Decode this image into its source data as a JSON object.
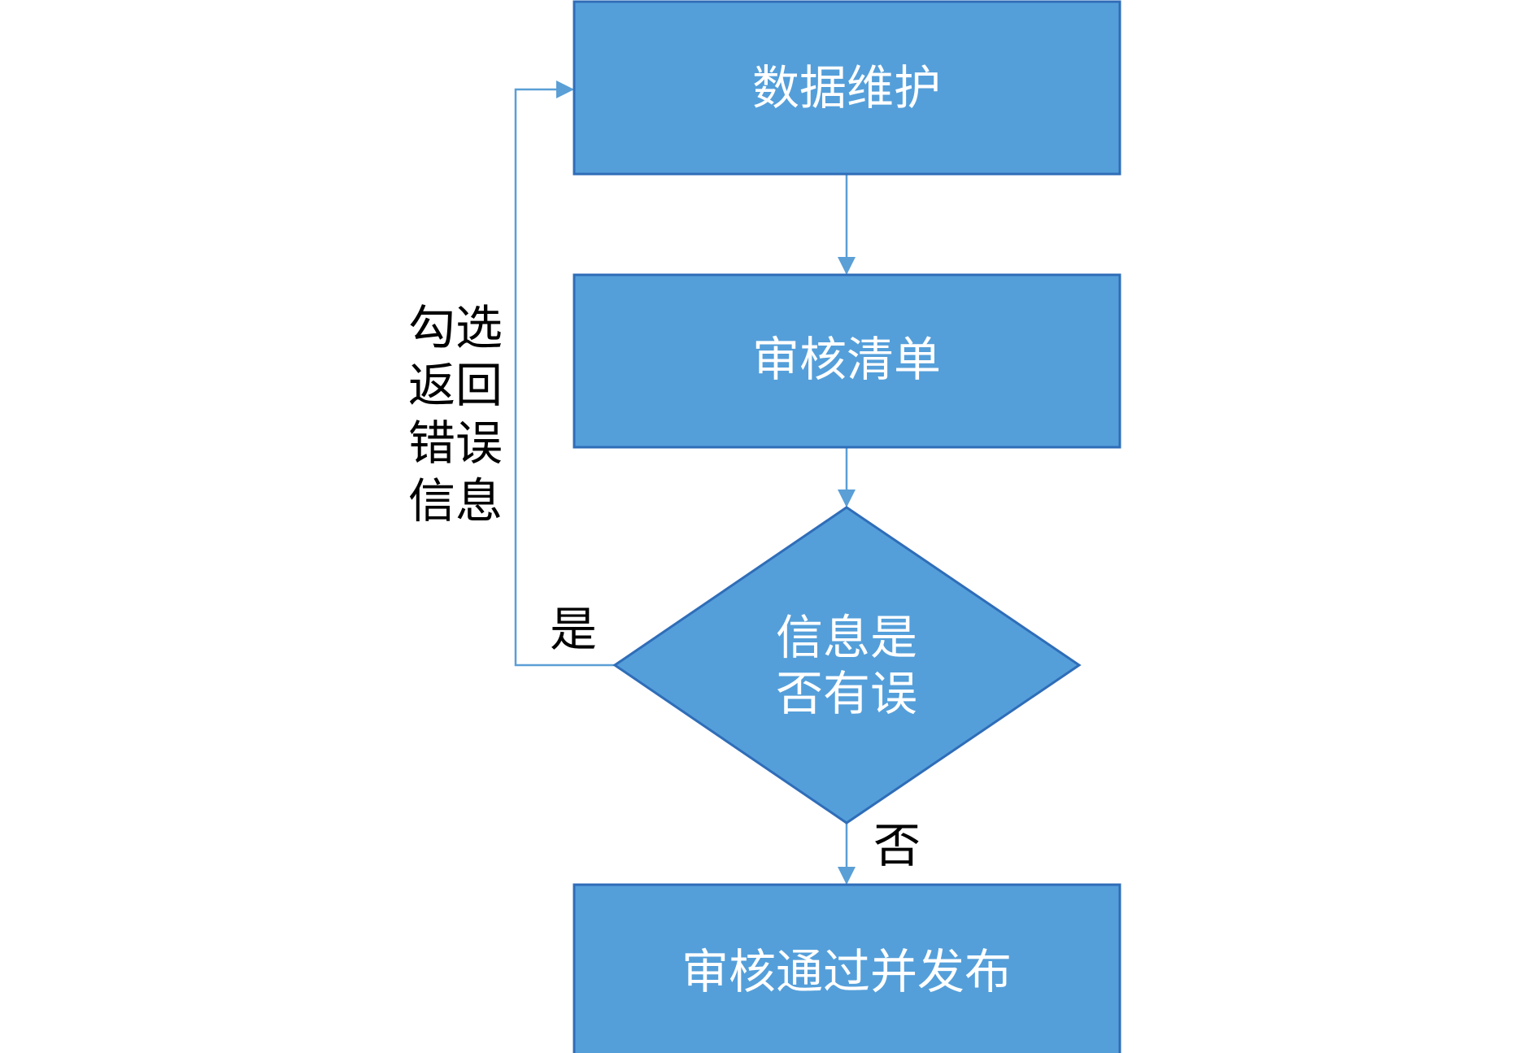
{
  "colors": {
    "node_fill": "#549FDA",
    "node_stroke": "#2F6DB8",
    "connector": "#5A9FD6",
    "node_text": "#FFFFFF",
    "label_text": "#000000"
  },
  "nodes": {
    "data_maintenance": {
      "label": "数据维护"
    },
    "review_list": {
      "label": "审核清单"
    },
    "decision": {
      "label_line1": "信息是",
      "label_line2": "否有误"
    },
    "approve_publish": {
      "label": "审核通过并发布"
    }
  },
  "edges": {
    "yes_label": "是",
    "no_label": "否",
    "loop_label": [
      "勾选",
      "返回",
      "错误",
      "信息"
    ]
  }
}
